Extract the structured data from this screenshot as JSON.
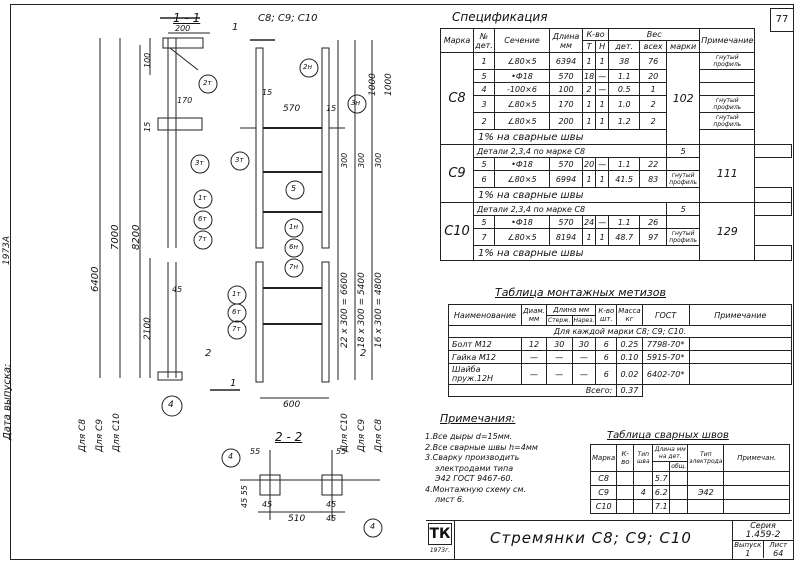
{
  "sheet": {
    "page_number": "77",
    "title": "Стремянки С8; С9; С10",
    "left_margin_labels": [
      "Дата выпуска:",
      "1973А"
    ],
    "series_label": "Серия",
    "series": "1.459-2",
    "issue_label": "Выпуск",
    "sheet_label": "Лист",
    "issue": "1",
    "sheet": "64",
    "org": "ТК",
    "year": "1973г."
  },
  "views": {
    "section_1_label": "1 - 1",
    "section_2_label": "2 - 2",
    "elev_label": "С8; С9; С10",
    "dims_view1": [
      "200",
      "100",
      "170",
      "15",
      "45",
      "2100",
      "6400",
      "7000",
      "8200"
    ],
    "dims_view2": [
      "15",
      "570",
      "15",
      "1000",
      "1000",
      "300",
      "300",
      "300",
      "22 x 300 = 6600",
      "18 x 300 = 5400",
      "16 x 300 = 4800",
      "600"
    ],
    "section22_dims": [
      "55",
      "55",
      "45 55",
      "45",
      "45",
      "510",
      "45"
    ],
    "callouts": [
      "2т",
      "3т",
      "1т",
      "6т",
      "7т",
      "2н",
      "3н",
      "1н",
      "6н",
      "7н",
      "1т",
      "6т",
      "7т",
      "3т",
      "4",
      "5",
      "4",
      "4",
      "1",
      "2",
      "1",
      "2"
    ],
    "left_labels": [
      "Для С8",
      "Для С9",
      "Для С10"
    ],
    "right_labels": [
      "Для С10",
      "Для С9",
      "Для С8"
    ]
  },
  "spec": {
    "title": "Спецификация",
    "headers": [
      "Марка",
      "№ дет.",
      "Сечение",
      "Длина мм",
      "К-во",
      "Т",
      "Н",
      "дет.",
      "всех",
      "марки",
      "Примечание"
    ],
    "weight_header": "Вес",
    "groups": [
      {
        "mark": "С8",
        "rows": [
          [
            "1",
            "∠80×5",
            "6394",
            "1",
            "1",
            "38",
            "76",
            "гнутый профиль"
          ],
          [
            "5",
            "•Ф18",
            "570",
            "18",
            "—",
            "1.1",
            "20",
            ""
          ],
          [
            "4",
            "-100×6",
            "100",
            "2",
            "—",
            "0.5",
            "1",
            ""
          ],
          [
            "3",
            "∠80×5",
            "170",
            "1",
            "1",
            "1.0",
            "2",
            "гнутый профиль"
          ],
          [
            "2",
            "∠80×5",
            "200",
            "1",
            "1",
            "1.2",
            "2",
            "гнутый профиль"
          ]
        ],
        "total": "102",
        "note": "1% на сварные швы"
      },
      {
        "mark": "С9",
        "rows": [
          [
            "Детали 2,3,4 по марке С8",
            "",
            "",
            "",
            "",
            "",
            "5",
            ""
          ],
          [
            "5",
            "•Ф18",
            "570",
            "20",
            "—",
            "1.1",
            "22",
            ""
          ],
          [
            "6",
            "∠80×5",
            "6994",
            "1",
            "1",
            "41.5",
            "83",
            "гнутый профиль"
          ]
        ],
        "total": "111",
        "note": "1% на сварные швы"
      },
      {
        "mark": "С10",
        "rows": [
          [
            "Детали 2,3,4 по марке С8",
            "",
            "",
            "",
            "",
            "",
            "5",
            ""
          ],
          [
            "5",
            "•Ф18",
            "570",
            "24",
            "—",
            "1.1",
            "26",
            ""
          ],
          [
            "7",
            "∠80×5",
            "8194",
            "1",
            "1",
            "48.7",
            "97",
            "гнутый профиль"
          ]
        ],
        "total": "129",
        "note": "1% на сварные швы"
      }
    ]
  },
  "fasteners": {
    "title": "Таблица монтажных метизов",
    "headers": [
      "Наименование",
      "Диам. мм",
      "Длина мм",
      "Стерж.",
      "Нарез.",
      "К-во шт.",
      "Масса кг",
      "ГОСТ",
      "Примечание"
    ],
    "subtitle": "Для каждой марки С8; С9; С10.",
    "rows": [
      [
        "Болт М12",
        "12",
        "30",
        "30",
        "6",
        "0.25",
        "7798-70*",
        ""
      ],
      [
        "Гайка М12",
        "—",
        "—",
        "—",
        "6",
        "0.10",
        "5915-70*",
        ""
      ],
      [
        "Шайба пруж.12Н",
        "—",
        "—",
        "—",
        "6",
        "0.02",
        "6402-70*",
        ""
      ]
    ],
    "total_label": "Всего:",
    "total": "0.37"
  },
  "notes": {
    "title": "Примечания:",
    "items": [
      "1.Все дыры d=15мм.",
      "2.Все сварные швы h=4мм",
      "3.Сварку производить",
      "электродами типа",
      "Э42 ГОСТ 9467-60.",
      "4.Монтажную схему см.",
      "лист 6."
    ]
  },
  "welds": {
    "title": "Таблица сварных швов",
    "headers": [
      "Марка",
      "К-во",
      "Тип шва",
      "Длина мм на дет.",
      "общ.",
      "Тип электрода",
      "Примечан."
    ],
    "rows": [
      [
        "С8",
        "",
        "",
        "5.7",
        "",
        "",
        ""
      ],
      [
        "С9",
        "",
        "",
        "6.2",
        "",
        "",
        ""
      ],
      [
        "С10",
        "",
        "",
        "7.1",
        "",
        "",
        ""
      ]
    ],
    "weld_type": "4",
    "electrode": "Э42"
  }
}
